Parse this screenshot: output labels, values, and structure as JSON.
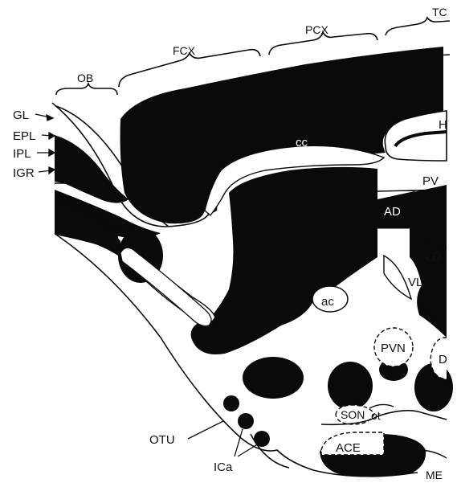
{
  "diagram": {
    "colors": {
      "ink": "#0a0a0a",
      "paper": "#ffffff"
    },
    "labels": {
      "tc": "TC",
      "pcx": "PCX",
      "fcx": "FCX",
      "ob": "OB",
      "gl": "GL",
      "epl": "EPL",
      "ipl": "IPL",
      "igr": "IGR",
      "cc": "cc",
      "h": "H",
      "pv": "PV",
      "ad": "AD",
      "ld": "LD",
      "vl": "VL",
      "ac": "ac",
      "pvn": "PVN",
      "d": "D",
      "son": "SON",
      "ot": "ot",
      "ace": "ACE",
      "otu": "OTU",
      "ica": "ICa",
      "me": "ME"
    }
  }
}
